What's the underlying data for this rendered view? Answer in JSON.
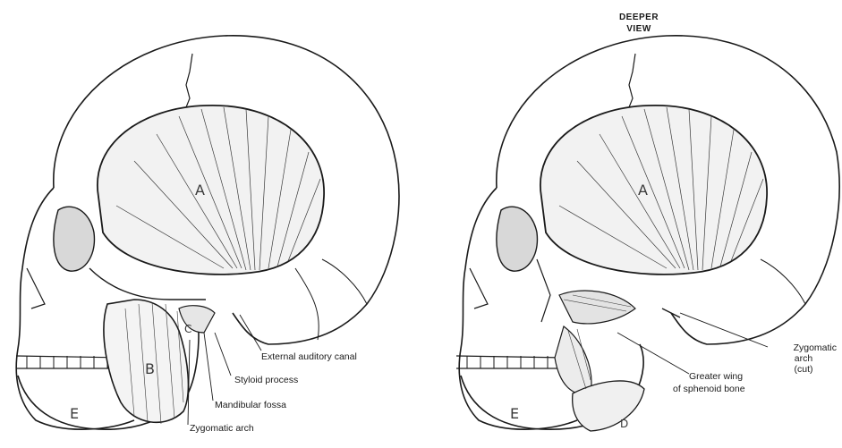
{
  "left_panel": {
    "letters": {
      "a": "A",
      "b": "B",
      "c": "C",
      "e": "E"
    },
    "labels": {
      "external_auditory_canal": "External auditory canal",
      "styloid_process": "Styloid process",
      "mandibular_fossa": "Mandibular fossa",
      "zygomatic_arch": "Zygomatic arch"
    }
  },
  "right_panel": {
    "heading_line1": "DEEPER",
    "heading_line2": "VIEW",
    "letters": {
      "a": "A",
      "d": "D",
      "e": "E"
    },
    "labels": {
      "zygomatic_arch_cut_line1": "Zygomatic",
      "zygomatic_arch_cut_line2": "arch",
      "zygomatic_arch_cut_line3": "(cut)",
      "greater_wing_line1": "Greater wing",
      "greater_wing_line2": "of sphenoid bone"
    }
  },
  "colors": {
    "ink": "#1a1a1a",
    "paper": "#ffffff",
    "shade": "#cfcfcf"
  }
}
